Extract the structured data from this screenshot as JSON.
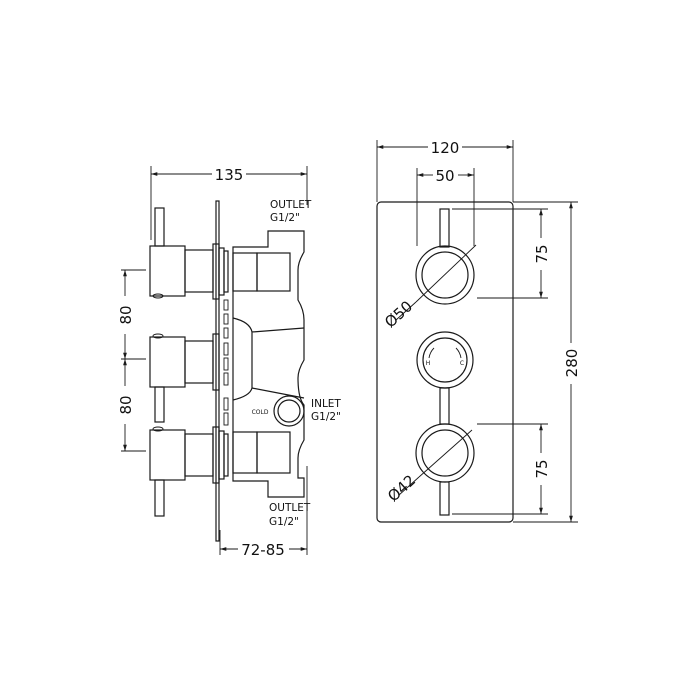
{
  "side_view": {
    "width_dim": "135",
    "spacing_top": "80",
    "spacing_bottom": "80",
    "depth_dim": "72-85",
    "outlet_top": {
      "line1": "OUTLET",
      "line2": "G1/2\""
    },
    "inlet": {
      "line1": "INLET",
      "line2": "G1/2\""
    },
    "inlet_tag": "COLD",
    "outlet_bottom": {
      "line1": "OUTLET",
      "line2": "G1/2\""
    }
  },
  "front_view": {
    "plate_width": "120",
    "handle_width": "50",
    "top_offset": "75",
    "plate_height": "280",
    "bottom_offset": "75",
    "top_diameter": "Ø50",
    "bottom_diameter": "Ø42",
    "thermostat_marks": {
      "hot": "H",
      "cold": "C"
    }
  }
}
